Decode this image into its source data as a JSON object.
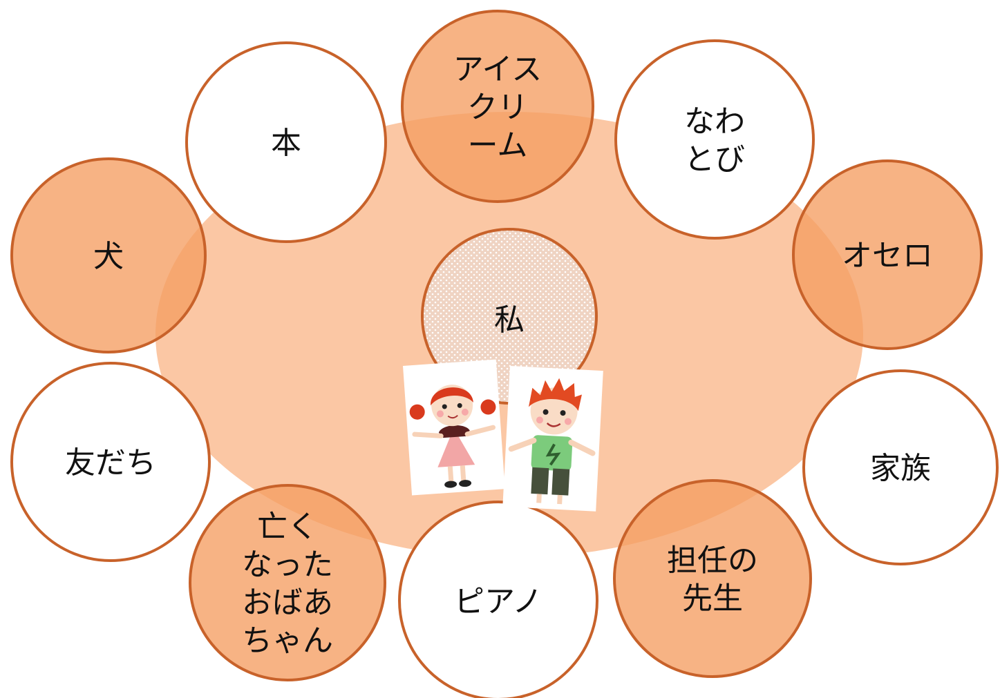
{
  "colors": {
    "ellipse_fill": "#fbc7a4",
    "orange_fill": "#f59d61",
    "orange_alpha": 0.78,
    "white_fill": "#ffffff",
    "stroke": "#c8622a",
    "center_fill": "#efd3c2",
    "center_dot": "#ffffff"
  },
  "center": {
    "label": "私"
  },
  "items": [
    {
      "key": "ice-cream",
      "lines": [
        "アイス",
        "クリ",
        "ーム"
      ],
      "style": "orange"
    },
    {
      "key": "jump-rope",
      "lines": [
        "なわ",
        "とび"
      ],
      "style": "white"
    },
    {
      "key": "othello",
      "lines": [
        "オセロ"
      ],
      "style": "orange"
    },
    {
      "key": "family",
      "lines": [
        "家族"
      ],
      "style": "white"
    },
    {
      "key": "homeroom-teacher",
      "lines": [
        "担任の",
        "先生"
      ],
      "style": "orange"
    },
    {
      "key": "piano",
      "lines": [
        "ピアノ"
      ],
      "style": "white"
    },
    {
      "key": "late-grandmother",
      "lines": [
        "亡く",
        "なった",
        "おばあ",
        "ちゃん"
      ],
      "style": "orange"
    },
    {
      "key": "friends",
      "lines": [
        "友だち"
      ],
      "style": "white"
    },
    {
      "key": "dog",
      "lines": [
        "犬"
      ],
      "style": "orange"
    },
    {
      "key": "book",
      "lines": [
        "本"
      ],
      "style": "white"
    }
  ],
  "illustrations": [
    "girl-illustration",
    "boy-illustration"
  ]
}
